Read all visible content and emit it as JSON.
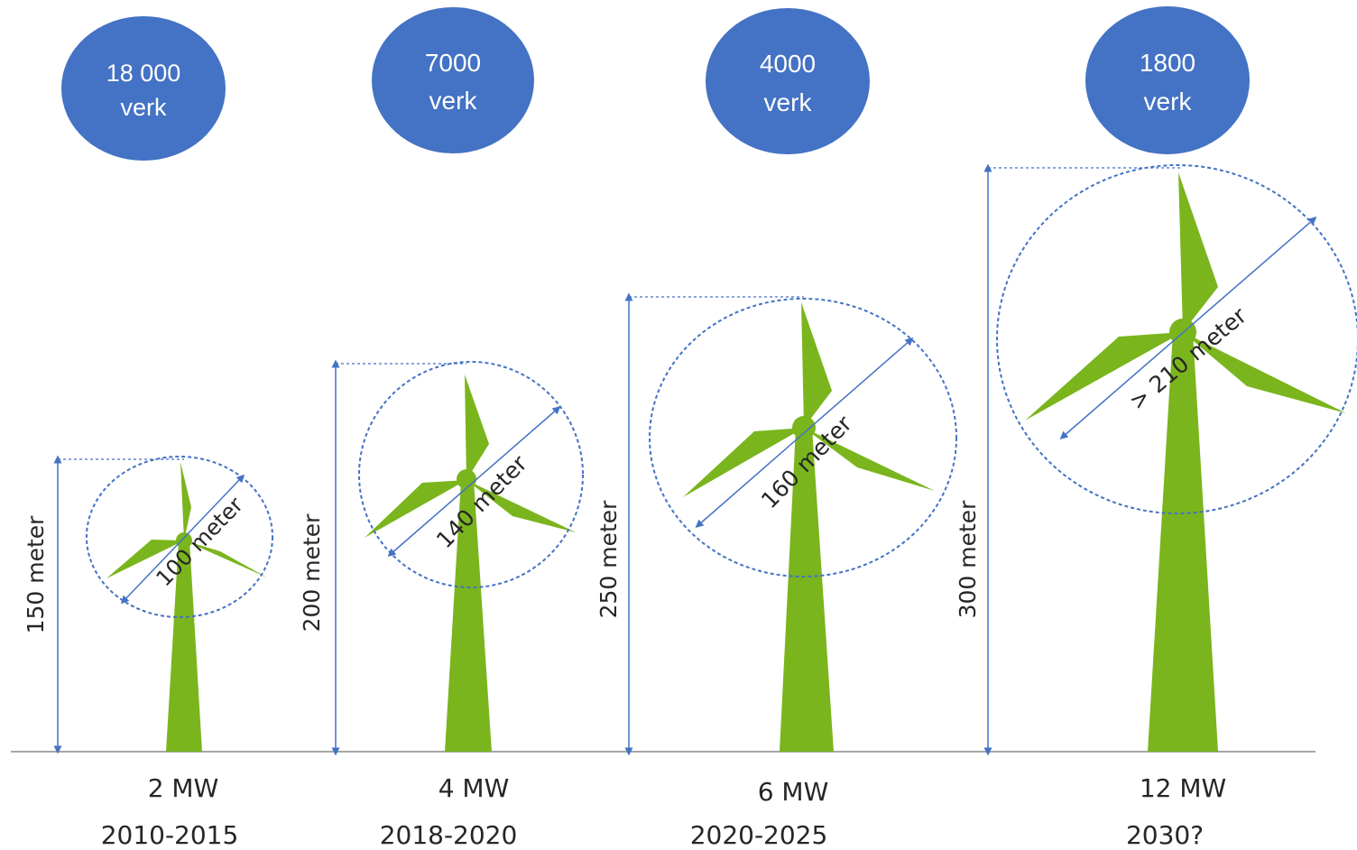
{
  "colors": {
    "bubble": "#4472c4",
    "bubble_text": "#ffffff",
    "turbine": "#7ab51d",
    "measure": "#4472c4",
    "ground": "#a6a6a6",
    "text": "#262626"
  },
  "turbines": [
    {
      "count": "18 000",
      "count_unit": "verk",
      "height_label": "150 meter",
      "diameter_label": "100 meter",
      "power": "2 MW",
      "period": "2010-2015"
    },
    {
      "count": "7000",
      "count_unit": "verk",
      "height_label": "200 meter",
      "diameter_label": "140 meter",
      "power": "4 MW",
      "period": "2018-2020"
    },
    {
      "count": "4000",
      "count_unit": "verk",
      "height_label": "250 meter",
      "diameter_label": "160 meter",
      "power": "6 MW",
      "period": "2020-2025"
    },
    {
      "count": "1800",
      "count_unit": "verk",
      "height_label": "300 meter",
      "diameter_label": "> 210 meter",
      "power": "12 MW",
      "period": "2030?"
    }
  ]
}
